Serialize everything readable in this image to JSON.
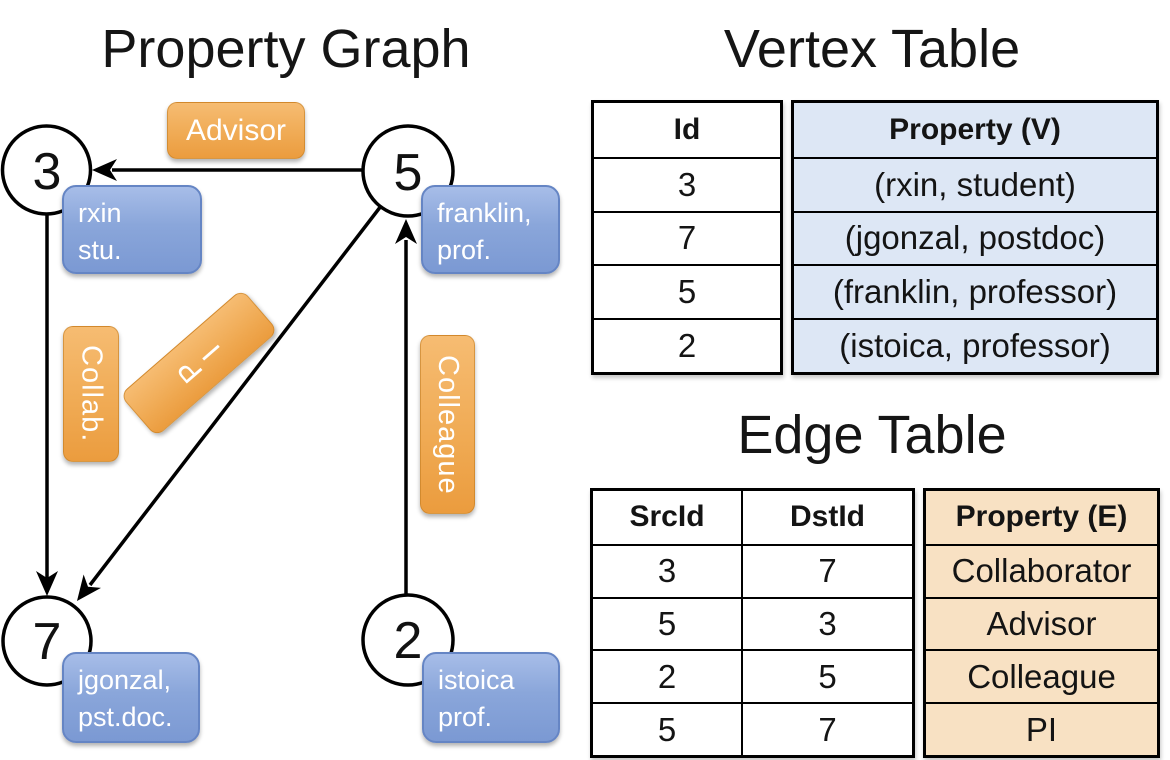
{
  "graph": {
    "title": "Property Graph",
    "nodes": [
      {
        "id": "3",
        "property_lines": [
          "rxin",
          "stu."
        ]
      },
      {
        "id": "5",
        "property_lines": [
          "franklin,",
          "prof."
        ]
      },
      {
        "id": "7",
        "property_lines": [
          "jgonzal,",
          "pst.doc."
        ]
      },
      {
        "id": "2",
        "property_lines": [
          "istoica",
          "prof."
        ]
      }
    ],
    "edge_labels": {
      "advisor": "Advisor",
      "collab": "Collab.",
      "pi": "PI",
      "pi_glyphs": [
        "P",
        "I"
      ],
      "colleague": "Colleague"
    },
    "edges": [
      {
        "from": "5",
        "to": "3",
        "label": "Advisor"
      },
      {
        "from": "3",
        "to": "7",
        "label": "Collab."
      },
      {
        "from": "5",
        "to": "7",
        "label": "PI"
      },
      {
        "from": "2",
        "to": "5",
        "label": "Colleague"
      }
    ]
  },
  "vertex_table": {
    "title": "Vertex Table",
    "columns": {
      "id": "Id",
      "property": "Property (V)"
    },
    "rows": [
      {
        "id": "3",
        "property": "(rxin, student)"
      },
      {
        "id": "7",
        "property": "(jgonzal, postdoc)"
      },
      {
        "id": "5",
        "property": "(franklin, professor)"
      },
      {
        "id": "2",
        "property": "(istoica, professor)"
      }
    ]
  },
  "edge_table": {
    "title": "Edge Table",
    "columns": {
      "src": "SrcId",
      "dst": "DstId",
      "property": "Property (E)"
    },
    "rows": [
      {
        "src": "3",
        "dst": "7",
        "property": "Collaborator"
      },
      {
        "src": "5",
        "dst": "3",
        "property": "Advisor"
      },
      {
        "src": "2",
        "dst": "5",
        "property": "Colleague"
      },
      {
        "src": "5",
        "dst": "7",
        "property": "PI"
      }
    ]
  },
  "colors": {
    "edge_label_orange_top": "#f6bc72",
    "edge_label_orange_bottom": "#eb9c3e",
    "vertex_box_blue_top": "#a7bde8",
    "vertex_box_blue_bottom": "#7b99d3",
    "vertex_table_fill": "#dde7f5",
    "edge_table_fill": "#f8e1c3",
    "line_color": "#000000",
    "label_text": "#ffffff",
    "text_color": "#1a1a1a"
  }
}
